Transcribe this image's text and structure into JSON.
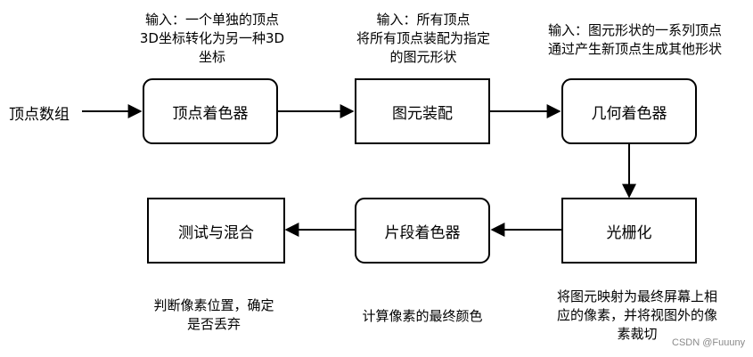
{
  "input_label": "顶点数组",
  "nodes": {
    "vertex_shader": "顶点着色器",
    "primitive_assembly": "图元装配",
    "geometry_shader": "几何着色器",
    "rasterization": "光栅化",
    "fragment_shader": "片段着色器",
    "test_blend": "测试与混合"
  },
  "notes": {
    "vertex_shader": [
      "输入：一个单独的顶点",
      "3D坐标转化为另一种3D",
      "坐标"
    ],
    "primitive_assembly": [
      "输入：所有顶点",
      "将所有顶点装配为指定",
      "的图元形状"
    ],
    "geometry_shader": [
      "输入：图元形状的一系列顶点",
      "通过产生新顶点生成其他形状"
    ],
    "rasterization": [
      "将图元映射为最终屏幕上相",
      "应的像素，并将视图外的像",
      "素裁切"
    ],
    "fragment_shader": [
      "计算像素的最终颜色"
    ],
    "test_blend": [
      "判断像素位置，确定",
      "是否丢弃"
    ]
  },
  "watermark": "CSDN @Fuuuny"
}
